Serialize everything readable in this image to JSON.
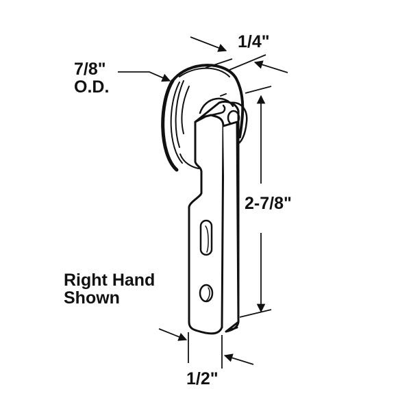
{
  "diagram": {
    "subject": "Sliding door roller bracket with wheel",
    "colors": {
      "line": "#111111",
      "background": "#ffffff"
    },
    "dimensions": {
      "outer_diameter": {
        "value": "7/8\"",
        "suffix": "O.D."
      },
      "wheel_width": {
        "value": "1/4\""
      },
      "overall_height": {
        "value": "2-7/8\""
      },
      "bracket_width": {
        "value": "1/2\""
      }
    },
    "note": {
      "line1": "Right Hand",
      "line2": "Shown"
    }
  }
}
